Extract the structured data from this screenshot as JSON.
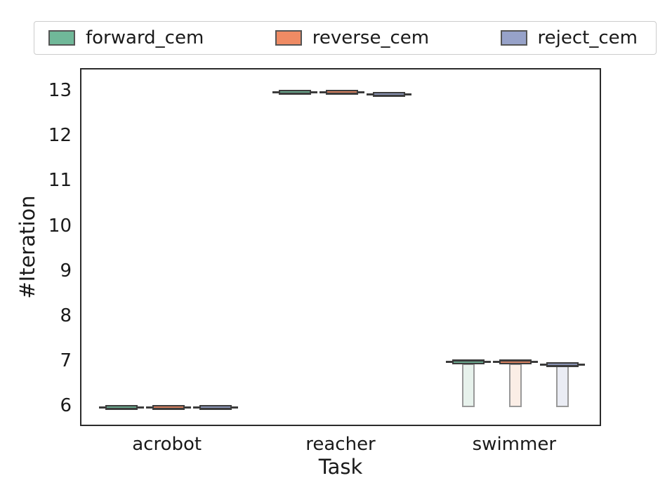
{
  "figure": {
    "background": "#ffffff",
    "plot_border_color": "#2b2b2b"
  },
  "legend": {
    "border_color": "#cccccc",
    "swatch_border_color": "#555555"
  },
  "chart_data": {
    "type": "boxen",
    "title": "",
    "xlabel": "Task",
    "ylabel": "#Iteration",
    "categories": [
      "acrobot",
      "reacher",
      "swimmer"
    ],
    "yticks": [
      6,
      7,
      8,
      9,
      10,
      11,
      12,
      13
    ],
    "ylim": [
      5.55,
      13.5
    ],
    "grid": false,
    "legend_position": "top",
    "box_dark_color": "#3c3c3c",
    "pale_border_color": "#999999",
    "series": [
      {
        "name": "forward_cem",
        "color": "#70b899",
        "pale_color": "#e7f2ec",
        "stats": [
          {
            "category": "acrobot",
            "median": 6,
            "q1": 6,
            "q3": 6,
            "min": 6,
            "max": 6
          },
          {
            "category": "reacher",
            "median": 13,
            "q1": 13,
            "q3": 13,
            "min": 13,
            "max": 13
          },
          {
            "category": "swimmer",
            "median": 7,
            "q1": 6,
            "q3": 7,
            "min": 6,
            "max": 7
          }
        ]
      },
      {
        "name": "reverse_cem",
        "color": "#ef8b64",
        "pale_color": "#fbeee6",
        "stats": [
          {
            "category": "acrobot",
            "median": 6,
            "q1": 6,
            "q3": 6,
            "min": 6,
            "max": 6
          },
          {
            "category": "reacher",
            "median": 13,
            "q1": 13,
            "q3": 13,
            "min": 13,
            "max": 13
          },
          {
            "category": "swimmer",
            "median": 7,
            "q1": 6,
            "q3": 7,
            "min": 6,
            "max": 7
          }
        ]
      },
      {
        "name": "reject_cem",
        "color": "#97a2c9",
        "pale_color": "#eaecf4",
        "stats": [
          {
            "category": "acrobot",
            "median": 6,
            "q1": 6,
            "q3": 6,
            "min": 6,
            "max": 6
          },
          {
            "category": "reacher",
            "median": 12.95,
            "q1": 12.95,
            "q3": 13,
            "min": 12.95,
            "max": 13
          },
          {
            "category": "swimmer",
            "median": 6.95,
            "q1": 6,
            "q3": 6.95,
            "min": 6,
            "max": 6.95
          }
        ]
      }
    ]
  }
}
